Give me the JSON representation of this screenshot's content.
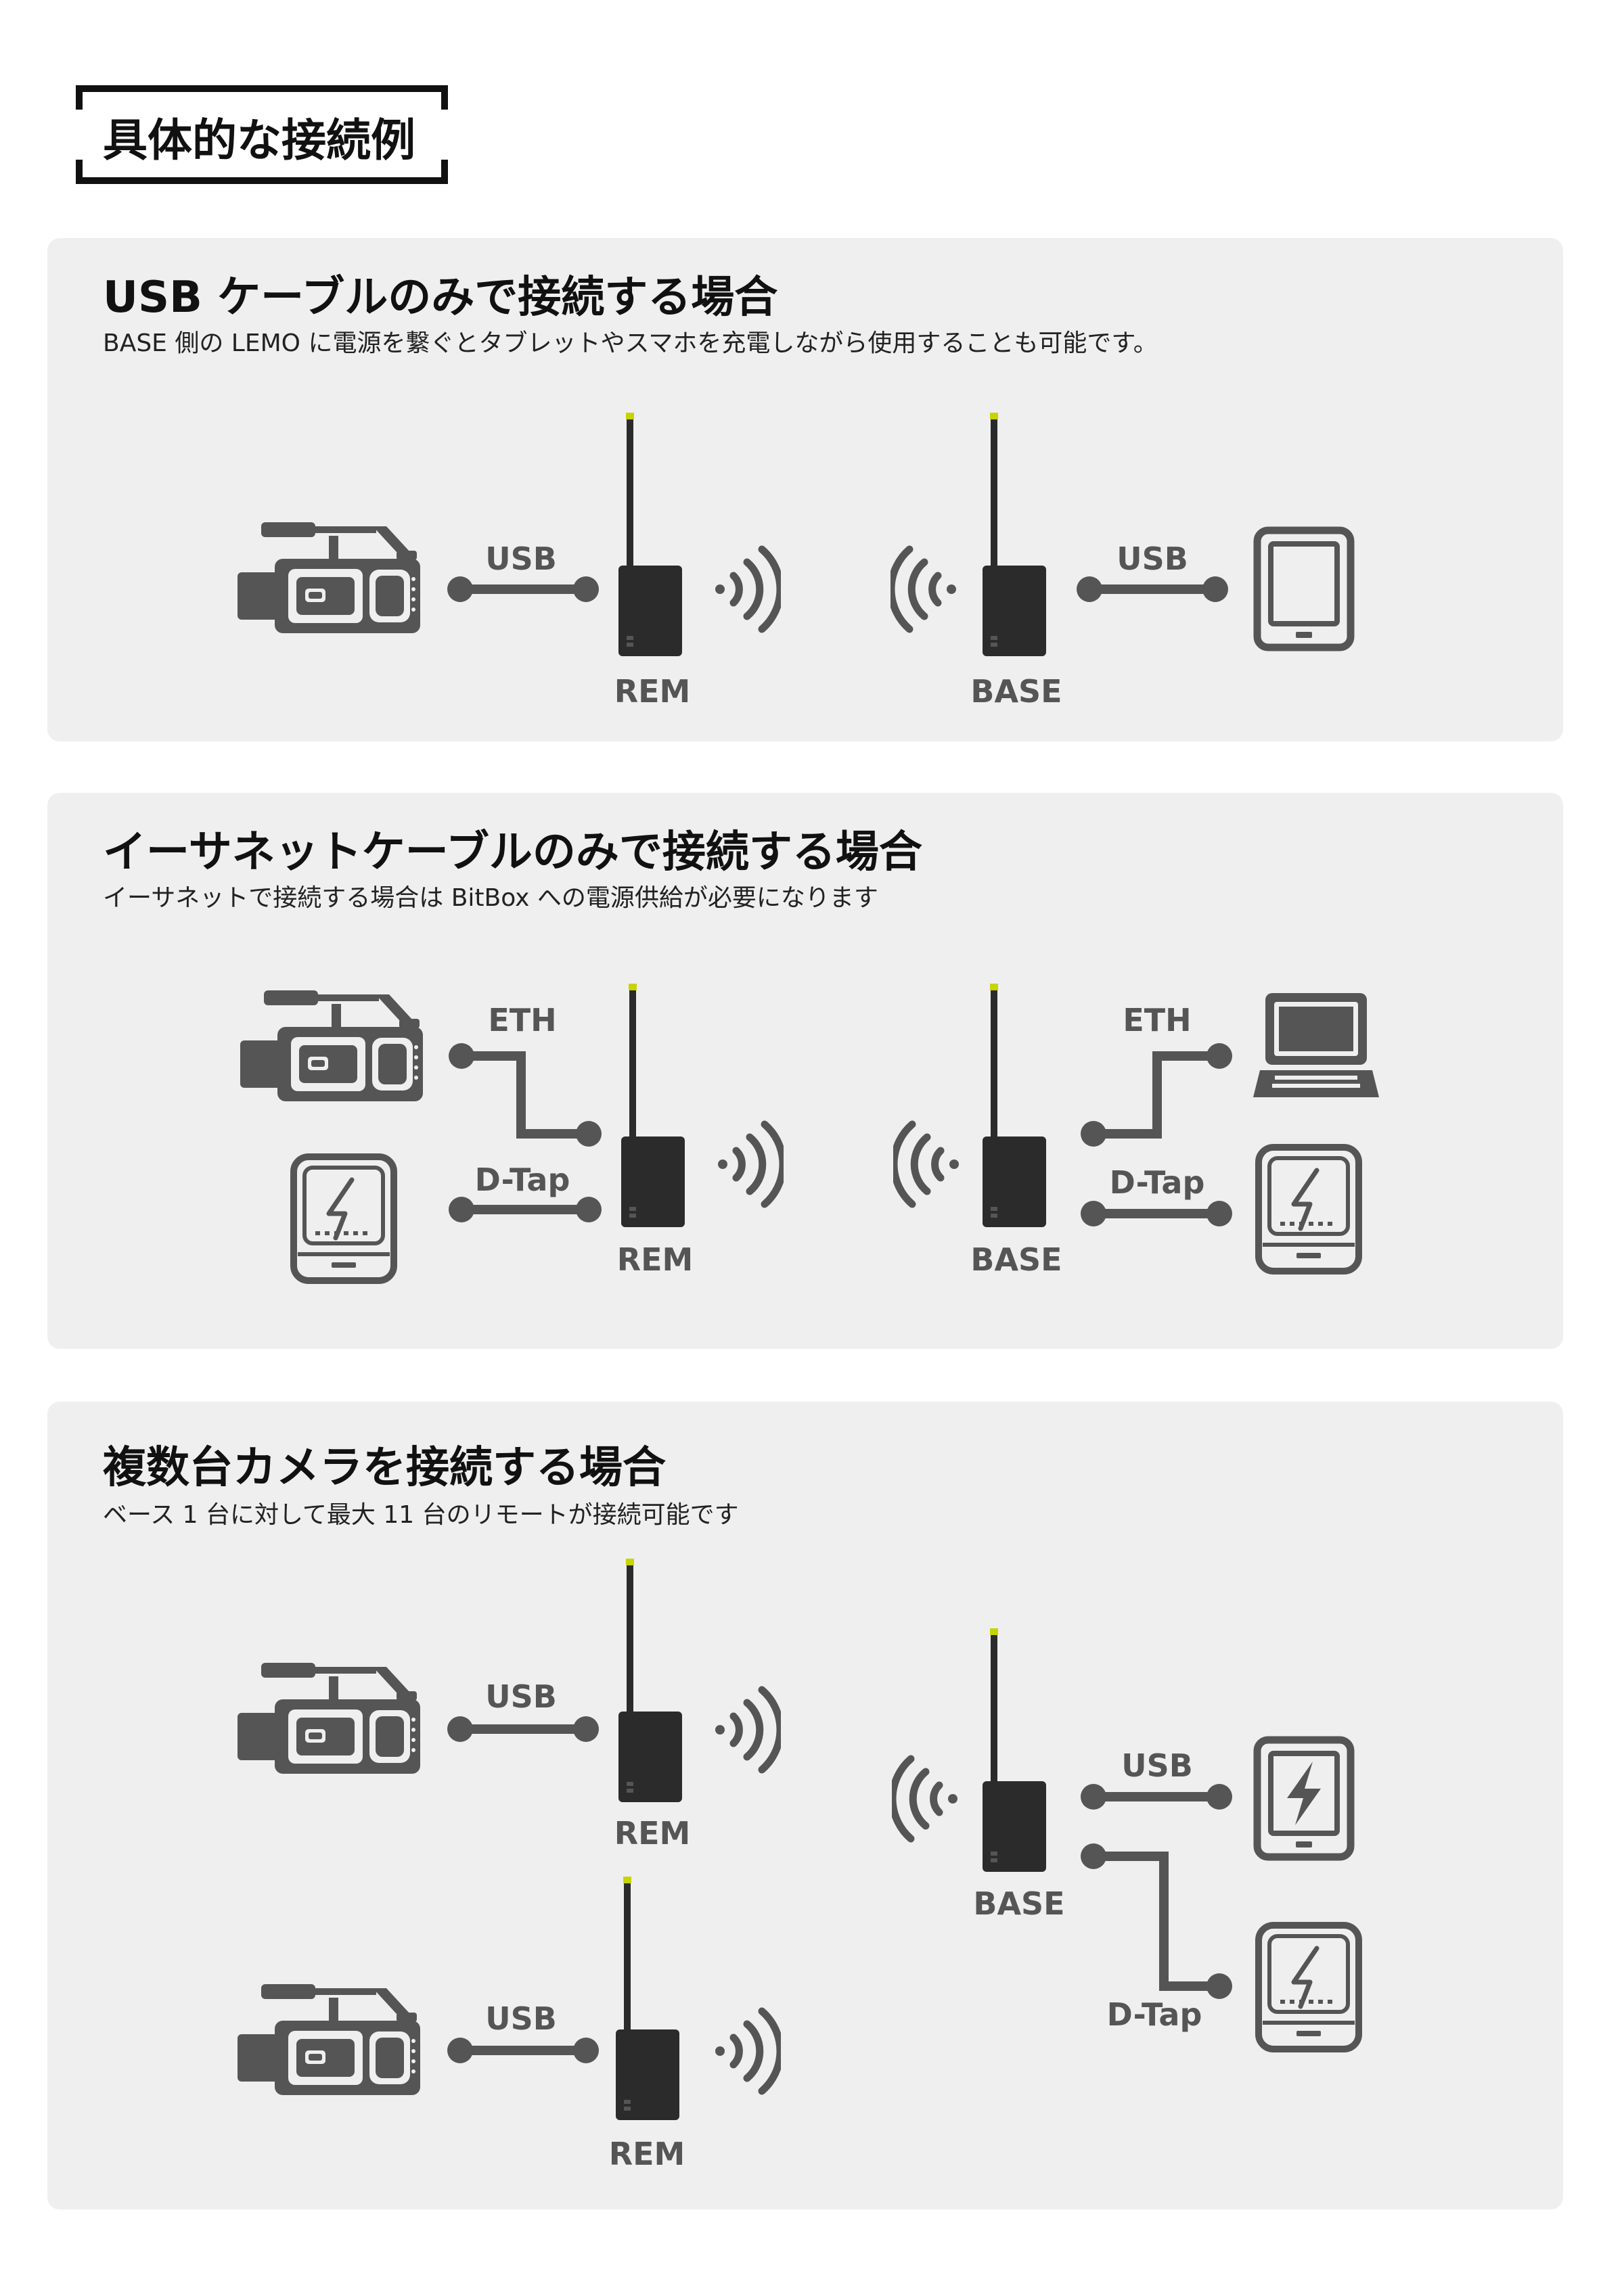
{
  "page_title": "具体的な接続例",
  "panels": [
    {
      "title": "USB ケーブルのみで接続する場合",
      "description": "BASE 側の LEMO に電源を繋ぐとタブレットやスマホを充電しながら使用することも可能です。",
      "labels": {
        "cable_left": "USB",
        "cable_right": "USB",
        "rem": "REM",
        "base": "BASE"
      }
    },
    {
      "title": "イーサネットケーブルのみで接続する場合",
      "description": "イーサネットで接続する場合は BitBox への電源供給が必要になります",
      "labels": {
        "eth_left": "ETH",
        "dtap_left": "D-Tap",
        "eth_right": "ETH",
        "dtap_right": "D-Tap",
        "rem": "REM",
        "base": "BASE"
      }
    },
    {
      "title": "複数台カメラを接続する場合",
      "description": "ベース 1 台に対して最大 11 台のリモートが接続可能です",
      "labels": {
        "usb_top": "USB",
        "rem_top": "REM",
        "usb_bottom": "USB",
        "rem_bottom": "REM",
        "usb_right": "USB",
        "base": "BASE",
        "dtap_right": "D-Tap"
      }
    }
  ],
  "colors": {
    "panel_bg": "#efefef",
    "icon": "#555555",
    "device": "#2b2b2b",
    "antenna_tip": "#c8d400"
  }
}
